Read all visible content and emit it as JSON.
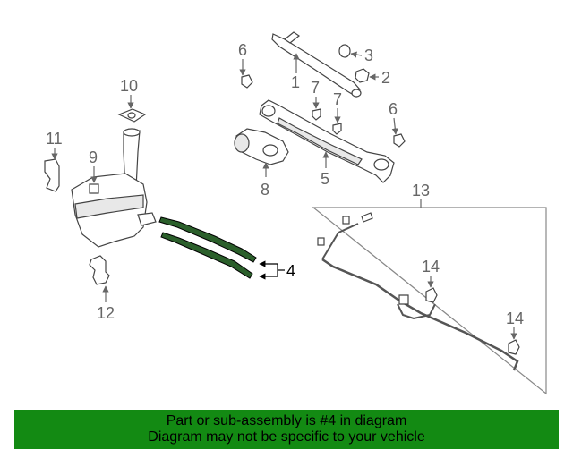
{
  "callouts": {
    "c1": "1",
    "c2": "2",
    "c3": "3",
    "c4": "4",
    "c5": "5",
    "c6a": "6",
    "c6b": "6",
    "c7a": "7",
    "c7b": "7",
    "c8": "8",
    "c9": "9",
    "c10": "10",
    "c11": "11",
    "c12": "12",
    "c13": "13",
    "c14a": "14",
    "c14b": "14"
  },
  "banner": {
    "line1": "Part or sub-assembly is #4 in diagram",
    "line2": "Diagram may not be specific to your vehicle"
  },
  "colors": {
    "highlight": "#2b5f2b",
    "banner": "#138a13",
    "callout": "#666666"
  }
}
